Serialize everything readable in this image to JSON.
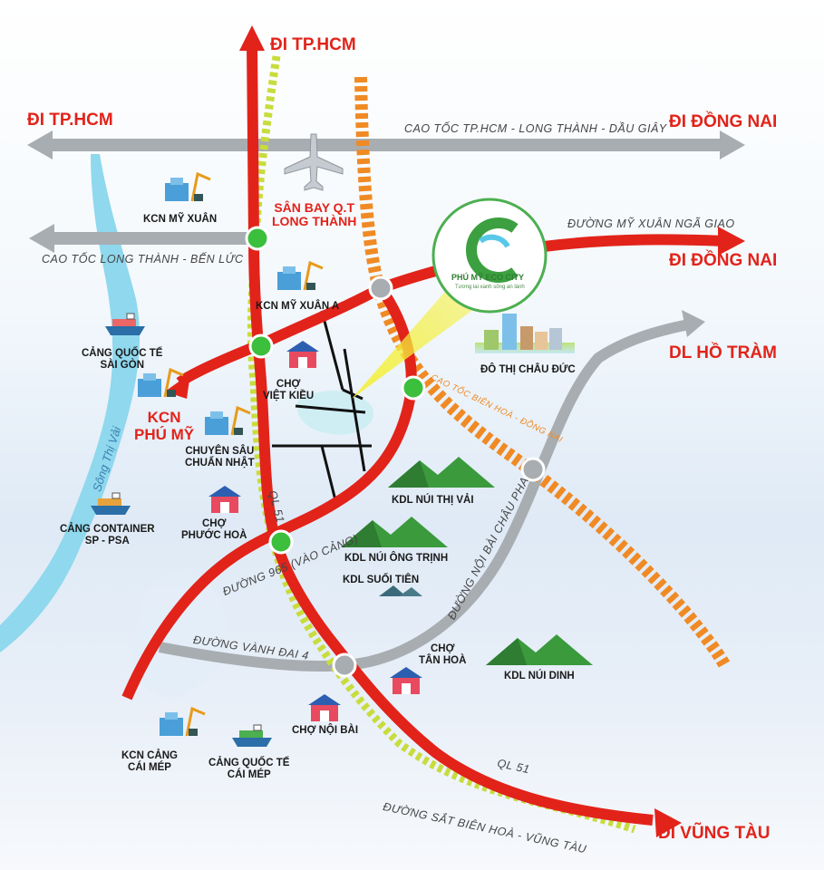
{
  "directions": {
    "north_hcm": "ĐI TP.HCM",
    "west_hcm": "ĐI TP.HCM",
    "east_dongnai_1": "ĐI ĐỒNG NAI",
    "east_dongnai_2": "ĐI ĐỒNG NAI",
    "ho_tram": "DL HỒ TRÀM",
    "vung_tau": "ĐI VŨNG TÀU"
  },
  "roads": {
    "expressway_hcm_lt_dg": "CAO TỐC TP.HCM - LONG THÀNH - DẦU GIÂY",
    "expressway_lt_bl": "CAO TỐC LONG THÀNH - BẾN LỨC",
    "my_xuan_nga_giao": "ĐƯỜNG MỸ XUÂN NGÃ GIAO",
    "bien_hoa_dong_nai": "CAO TỐC BIÊN HOÀ - ĐỒNG NAI",
    "noi_bai_chau_pha": "ĐƯỜNG NỘI BÀI CHÂU PHA",
    "road_965": "ĐƯỜNG 965 (VÀO CẢNG)",
    "ring_road_4": "ĐƯỜNG VÀNH ĐAI 4",
    "ql51_upper": "QL 51",
    "ql51_lower": "QL 51",
    "railway": "ĐƯỜNG SẮT BIÊN HOÀ - VŨNG TÀU"
  },
  "places": {
    "airport": "SÂN BAY Q.T\nLONG THÀNH",
    "kcn_my_xuan": "KCN MỸ XUÂN",
    "kcn_my_xuan_a": "KCN MỸ XUÂN A",
    "cang_saigon": "CẢNG QUỐC TẾ\nSÀI GÒN",
    "kcn_phu_my": "KCN\nPHÚ MỸ",
    "cho_viet_kieu": "CHỢ\nVIỆT KIỀU",
    "chuyen_sau": "CHUYÊN SÂU\nCHUẨN NHẬT",
    "cang_container": "CẢNG CONTAINER\nSP - PSA",
    "cho_phuoc_hoa": "CHỢ\nPHƯỚC HOÀ",
    "kdl_thi_vai": "KDL NÚI THỊ VẢI",
    "kdl_ong_trinh": "KDL NÚI ÔNG TRỊNH",
    "kdl_suoi_tien": "KDL SUỐI TIÊN",
    "cho_tan_hoa": "CHỢ\nTÂN HOÀ",
    "kdl_nui_dinh": "KDL NÚI DINH",
    "do_thi_chau_duc": "ĐÔ THỊ CHÂU ĐỨC",
    "kcn_cang_cai_mep": "KCN CẢNG\nCÁI MÉP",
    "cang_cai_mep": "CẢNG QUỐC TẾ\nCÁI MÉP",
    "cho_noi_bai": "CHỢ NỘI BÀI",
    "river": "Sông Thị Vải"
  },
  "logo": {
    "name": "PHÚ MỸ ECO CITY",
    "tagline": "Tương lai xanh sống an lành"
  },
  "colors": {
    "highway_red": "#e2231a",
    "expressway_gray": "#a8adb1",
    "railway_yellow": "#c8dc3c",
    "expressway_orange": "#f08a24",
    "node_green": "#3cbf3c",
    "river_blue": "#8fd8ee",
    "mountain_green": "#3a9a3c",
    "highlight_yellow": "#f4f03c"
  },
  "icons": [
    "airplane-icon",
    "factory-icon",
    "ship-icon",
    "market-icon",
    "mountain-icon",
    "city-icon",
    "eco-logo-icon"
  ]
}
